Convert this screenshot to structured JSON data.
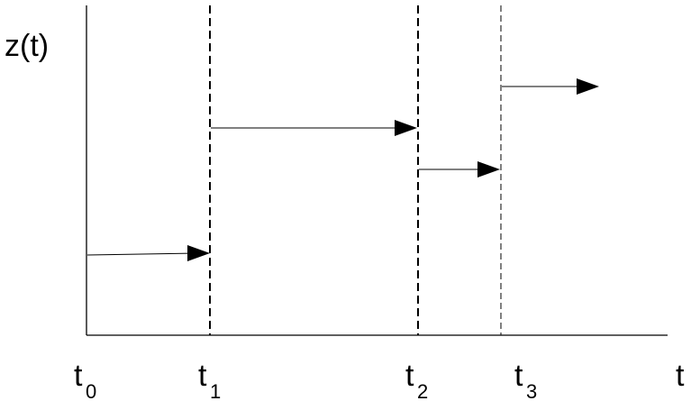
{
  "diagram": {
    "y_axis_label": "z(t)",
    "x_axis_label": "t",
    "ticks": [
      {
        "base": "t",
        "sub": "0"
      },
      {
        "base": "t",
        "sub": "1"
      },
      {
        "base": "t",
        "sub": "2"
      },
      {
        "base": "t",
        "sub": "3"
      }
    ],
    "colors": {
      "line": "#000000",
      "background": "#ffffff"
    }
  }
}
